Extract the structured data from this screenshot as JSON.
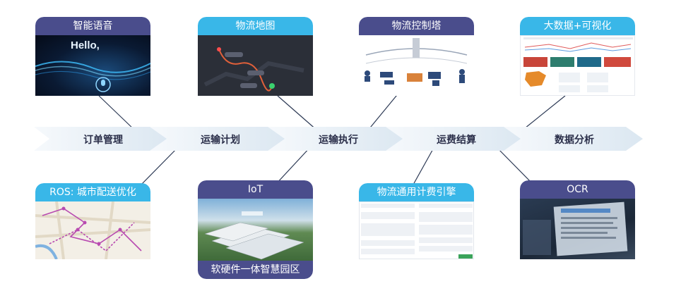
{
  "top_cards": [
    {
      "label": "智能语音",
      "screen_text": "Hello,"
    },
    {
      "label": "物流地图"
    },
    {
      "label": "物流控制塔"
    },
    {
      "label": "大数据+可视化"
    }
  ],
  "flow_steps": [
    "订单管理",
    "运输计划",
    "运输执行",
    "运费结算",
    "数据分析"
  ],
  "bottom_cards": [
    {
      "label": "ROS: 城市配送优化"
    },
    {
      "label": "IoT",
      "footer": "软硬件一体智慧园区"
    },
    {
      "label": "物流通用计费引擎"
    },
    {
      "label": "OCR"
    }
  ],
  "colors": {
    "navy": "#4a4d8c",
    "cyan": "#39b7e8",
    "arrow": "#dfe9f2",
    "line": "#2d3a55"
  }
}
